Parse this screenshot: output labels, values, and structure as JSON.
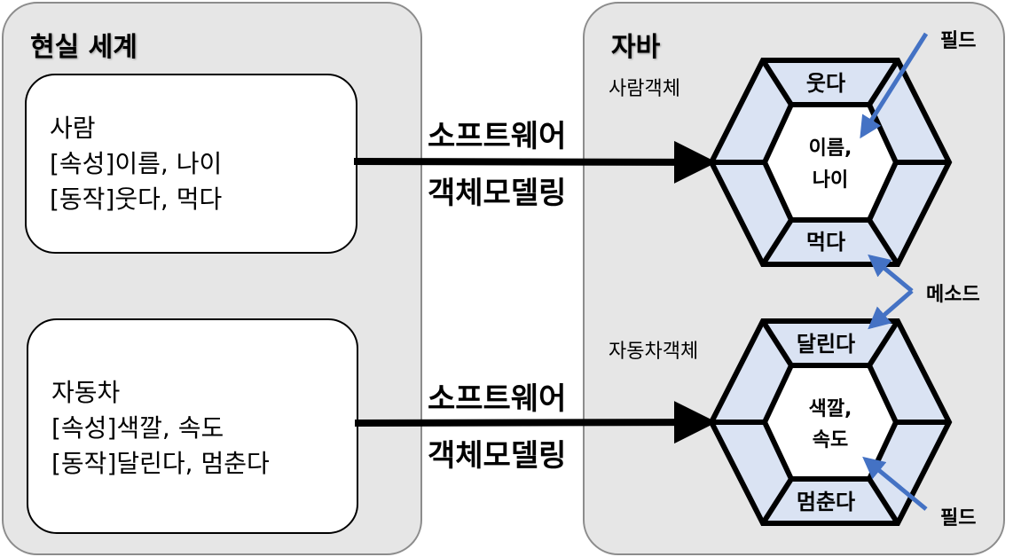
{
  "real_world": {
    "title": "현실 세계",
    "person": {
      "name": "사람",
      "attributes": "[속성]이름, 나이",
      "actions": "[동작]웃다, 먹다"
    },
    "car": {
      "name": "자동차",
      "attributes": "[속성]색깔, 속도",
      "actions": "[동작]달린다, 멈춘다"
    }
  },
  "modeling": {
    "top_line1": "소프트웨어",
    "top_line2": "객체모델링",
    "bottom_line1": "소프트웨어",
    "bottom_line2": "객체모델링"
  },
  "java": {
    "title": "자바",
    "person_object": {
      "label": "사람객체",
      "method_top": "웃다",
      "field_line1": "이름,",
      "field_line2": "나이",
      "method_bottom": "먹다"
    },
    "car_object": {
      "label": "자동차객체",
      "method_top": "달린다",
      "field_line1": "색깔,",
      "field_line2": "속도",
      "method_bottom": "멈춘다"
    },
    "callouts": {
      "field_top": "필드",
      "method": "메소드",
      "field_bottom": "필드"
    }
  },
  "colors": {
    "panel": "#e6e6e6",
    "hex_fill": "#dae3f3",
    "arrow_blue": "#4472c4"
  }
}
